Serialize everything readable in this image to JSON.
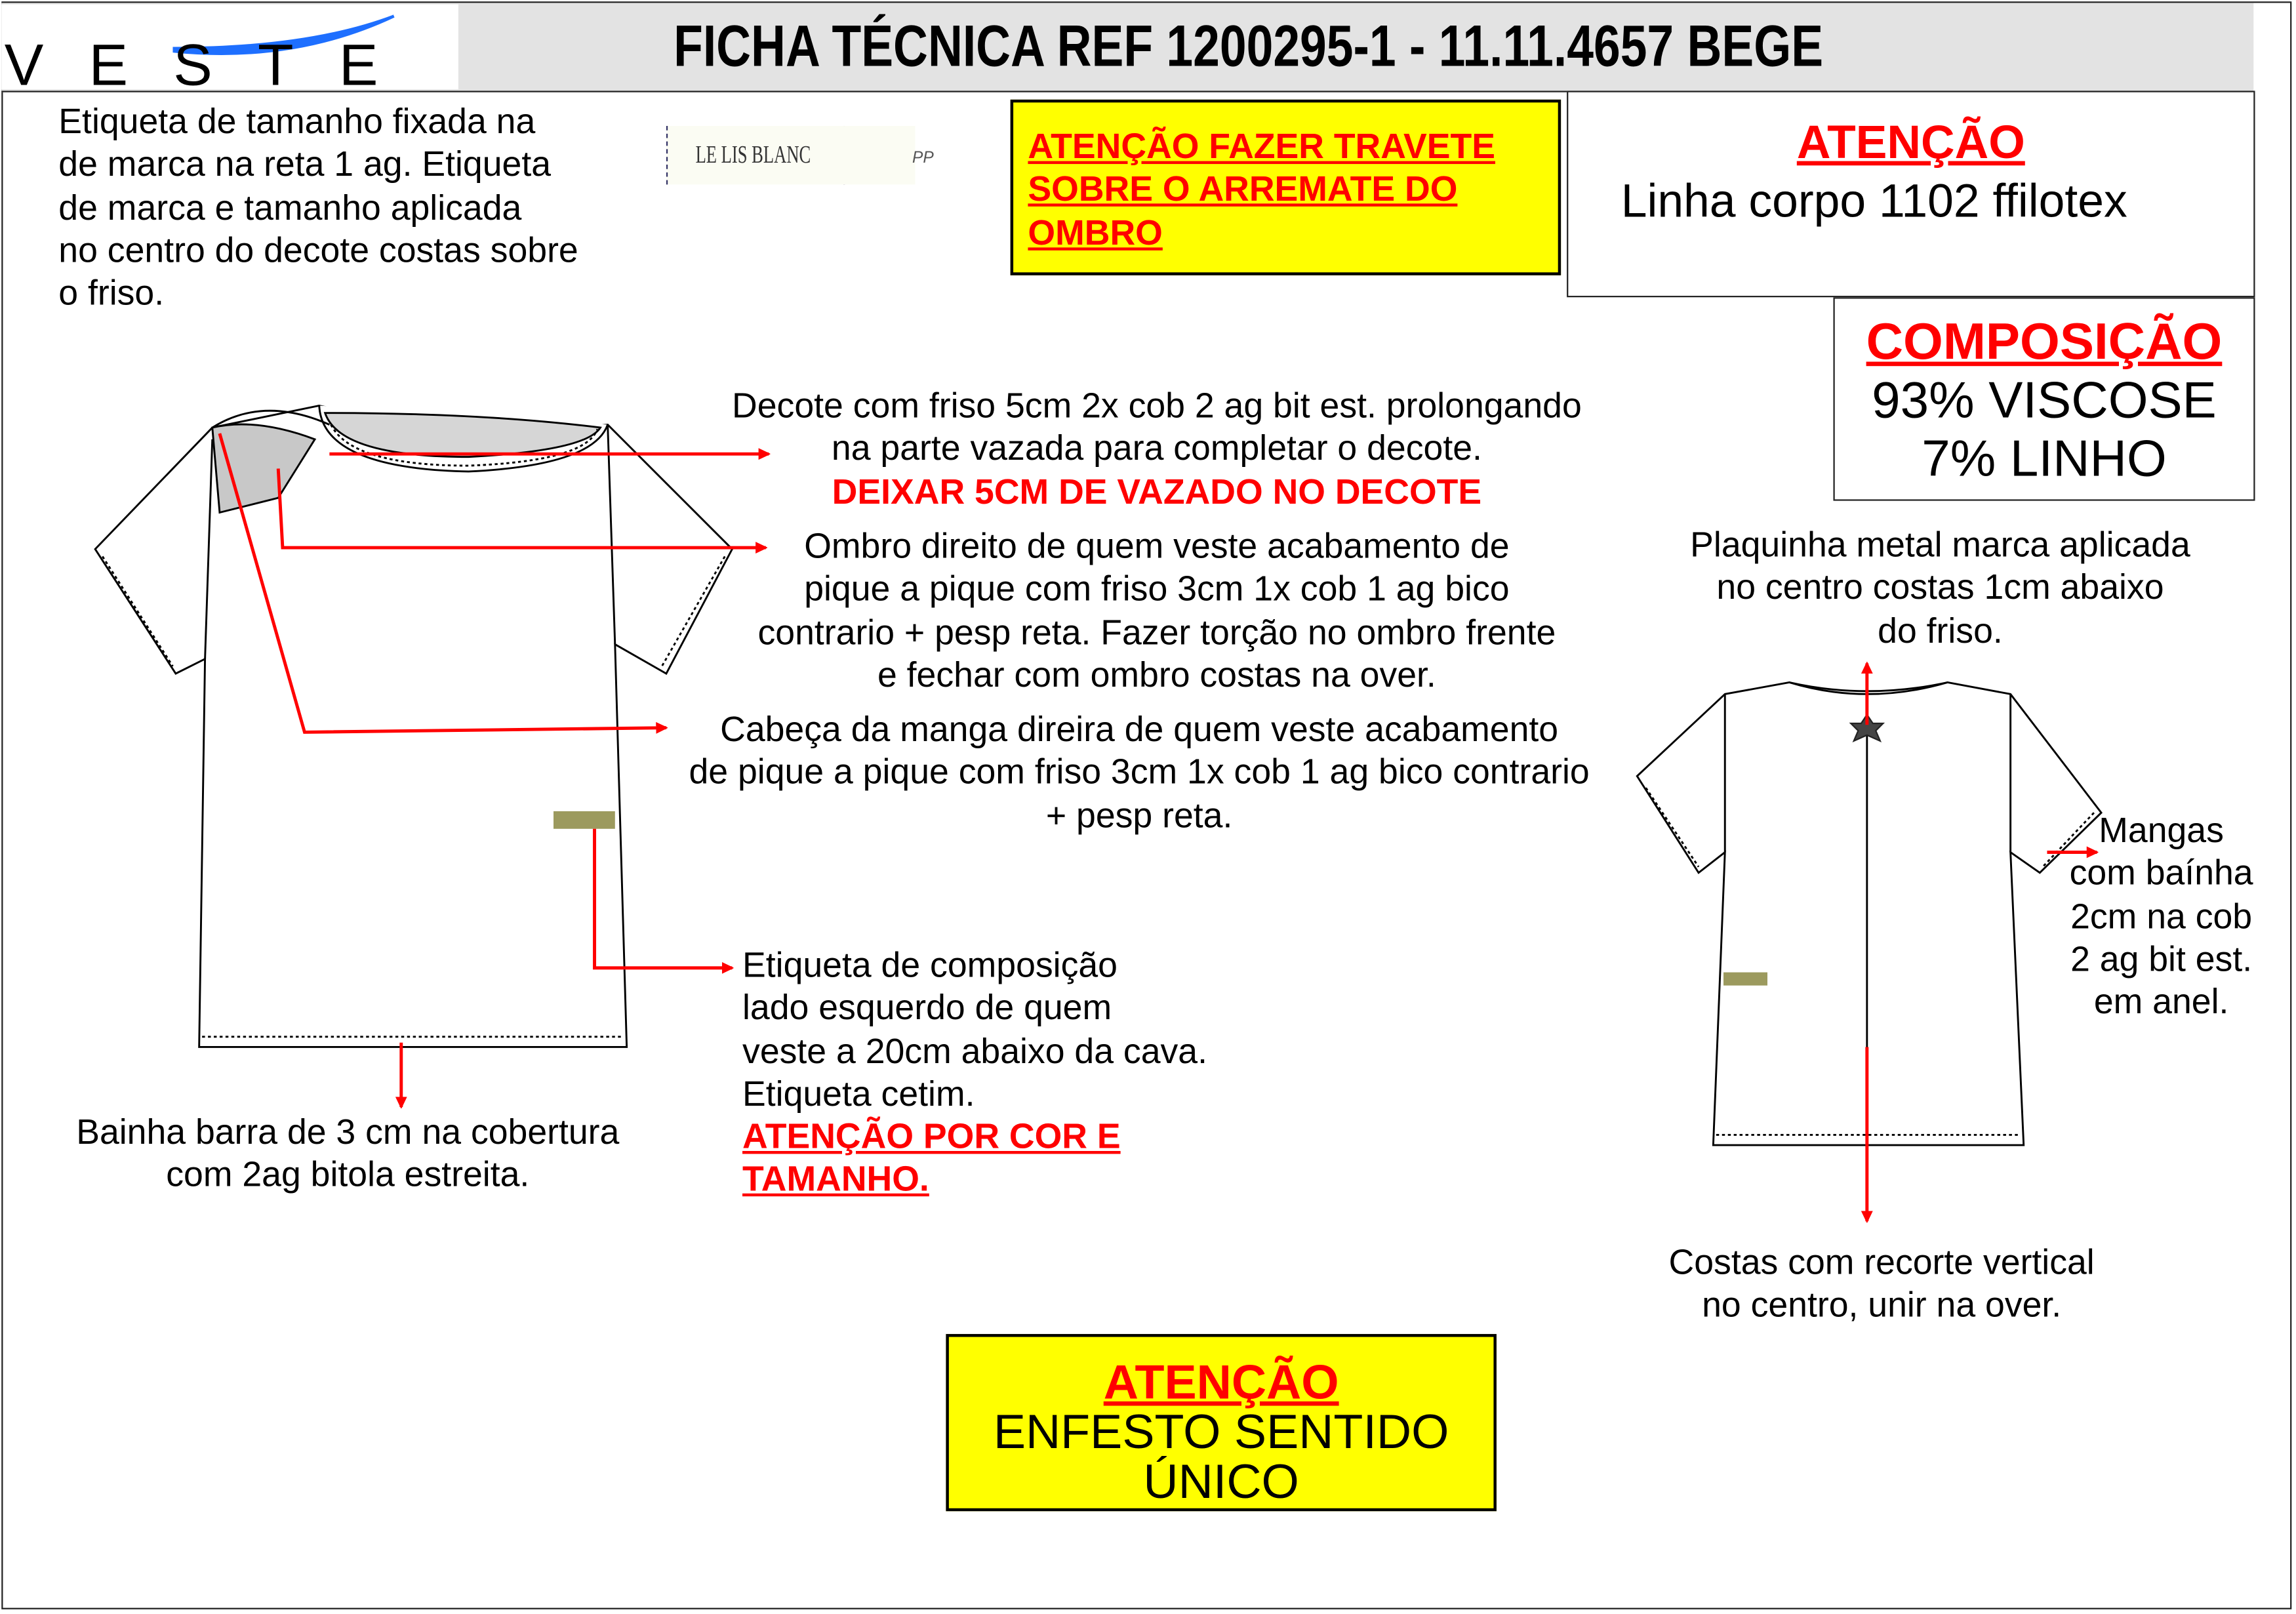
{
  "header": {
    "logo": "VESTE",
    "title": "FICHA TÉCNICA REF 1200295-1 -  11.11.4657 BEGE"
  },
  "label_image": {
    "brand": "LE LIS BLANC",
    "size": "PP"
  },
  "notes": {
    "size_label": [
      "Etiqueta de tamanho fixada na",
      "de marca na reta 1 ag. Etiqueta",
      "de marca e tamanho aplicada",
      "no centro do decote costas sobre",
      "o friso."
    ],
    "attention_travete": [
      "ATENÇÃO FAZER TRAVETE ",
      "SOBRE O ARREMATE DO ",
      "OMBRO"
    ],
    "thread": {
      "title": "ATENÇÃO",
      "text": "Linha corpo 1102 ffilotex"
    },
    "composition": {
      "title": "COMPOSIÇÃO",
      "lines": [
        "93% VISCOSE",
        "7% LINHO"
      ]
    },
    "neckline": [
      "Decote com friso 5cm 2x cob 2 ag bit est. prolongando",
      "na parte vazada para completar o decote."
    ],
    "neckline_alert": "DEIXAR 5CM DE VAZADO NO DECOTE",
    "shoulder": [
      "Ombro direito de quem veste acabamento de",
      "pique a pique com friso 3cm 1x cob 1 ag bico",
      "contrario + pesp reta. Fazer torção no ombro frente",
      "e fechar com ombro costas na over."
    ],
    "sleeve_head": [
      "Cabeça da manga direira de quem veste acabamento",
      "de pique a pique com friso 3cm 1x cob 1 ag bico contrario",
      "+ pesp reta."
    ],
    "comp_label": [
      "Etiqueta de composição",
      "lado esquerdo de quem",
      "veste a 20cm abaixo da cava.",
      "Etiqueta cetim."
    ],
    "comp_label_alert": [
      "ATENÇÃO POR COR E",
      "TAMANHO."
    ],
    "hem": [
      "Bainha barra de 3 cm na cobertura",
      "com 2ag bitola estreita."
    ],
    "metal_plate": [
      "Plaquinha metal marca aplicada",
      "no centro costas 1cm abaixo",
      "do friso."
    ],
    "sleeves": [
      "Mangas",
      "com baínha",
      "2cm na cob",
      "2 ag bit est.",
      "em anel."
    ],
    "back": [
      "Costas com recorte vertical",
      "no centro, unir na over."
    ],
    "spreading": {
      "title": "ATENÇÃO",
      "lines": [
        "ENFESTO SENTIDO",
        "ÚNICO"
      ]
    }
  },
  "colors": {
    "alert": "#ff0000",
    "highlight": "#ffff00",
    "label": "#9c9a5e",
    "logo_swoosh": "#1e6fff"
  }
}
